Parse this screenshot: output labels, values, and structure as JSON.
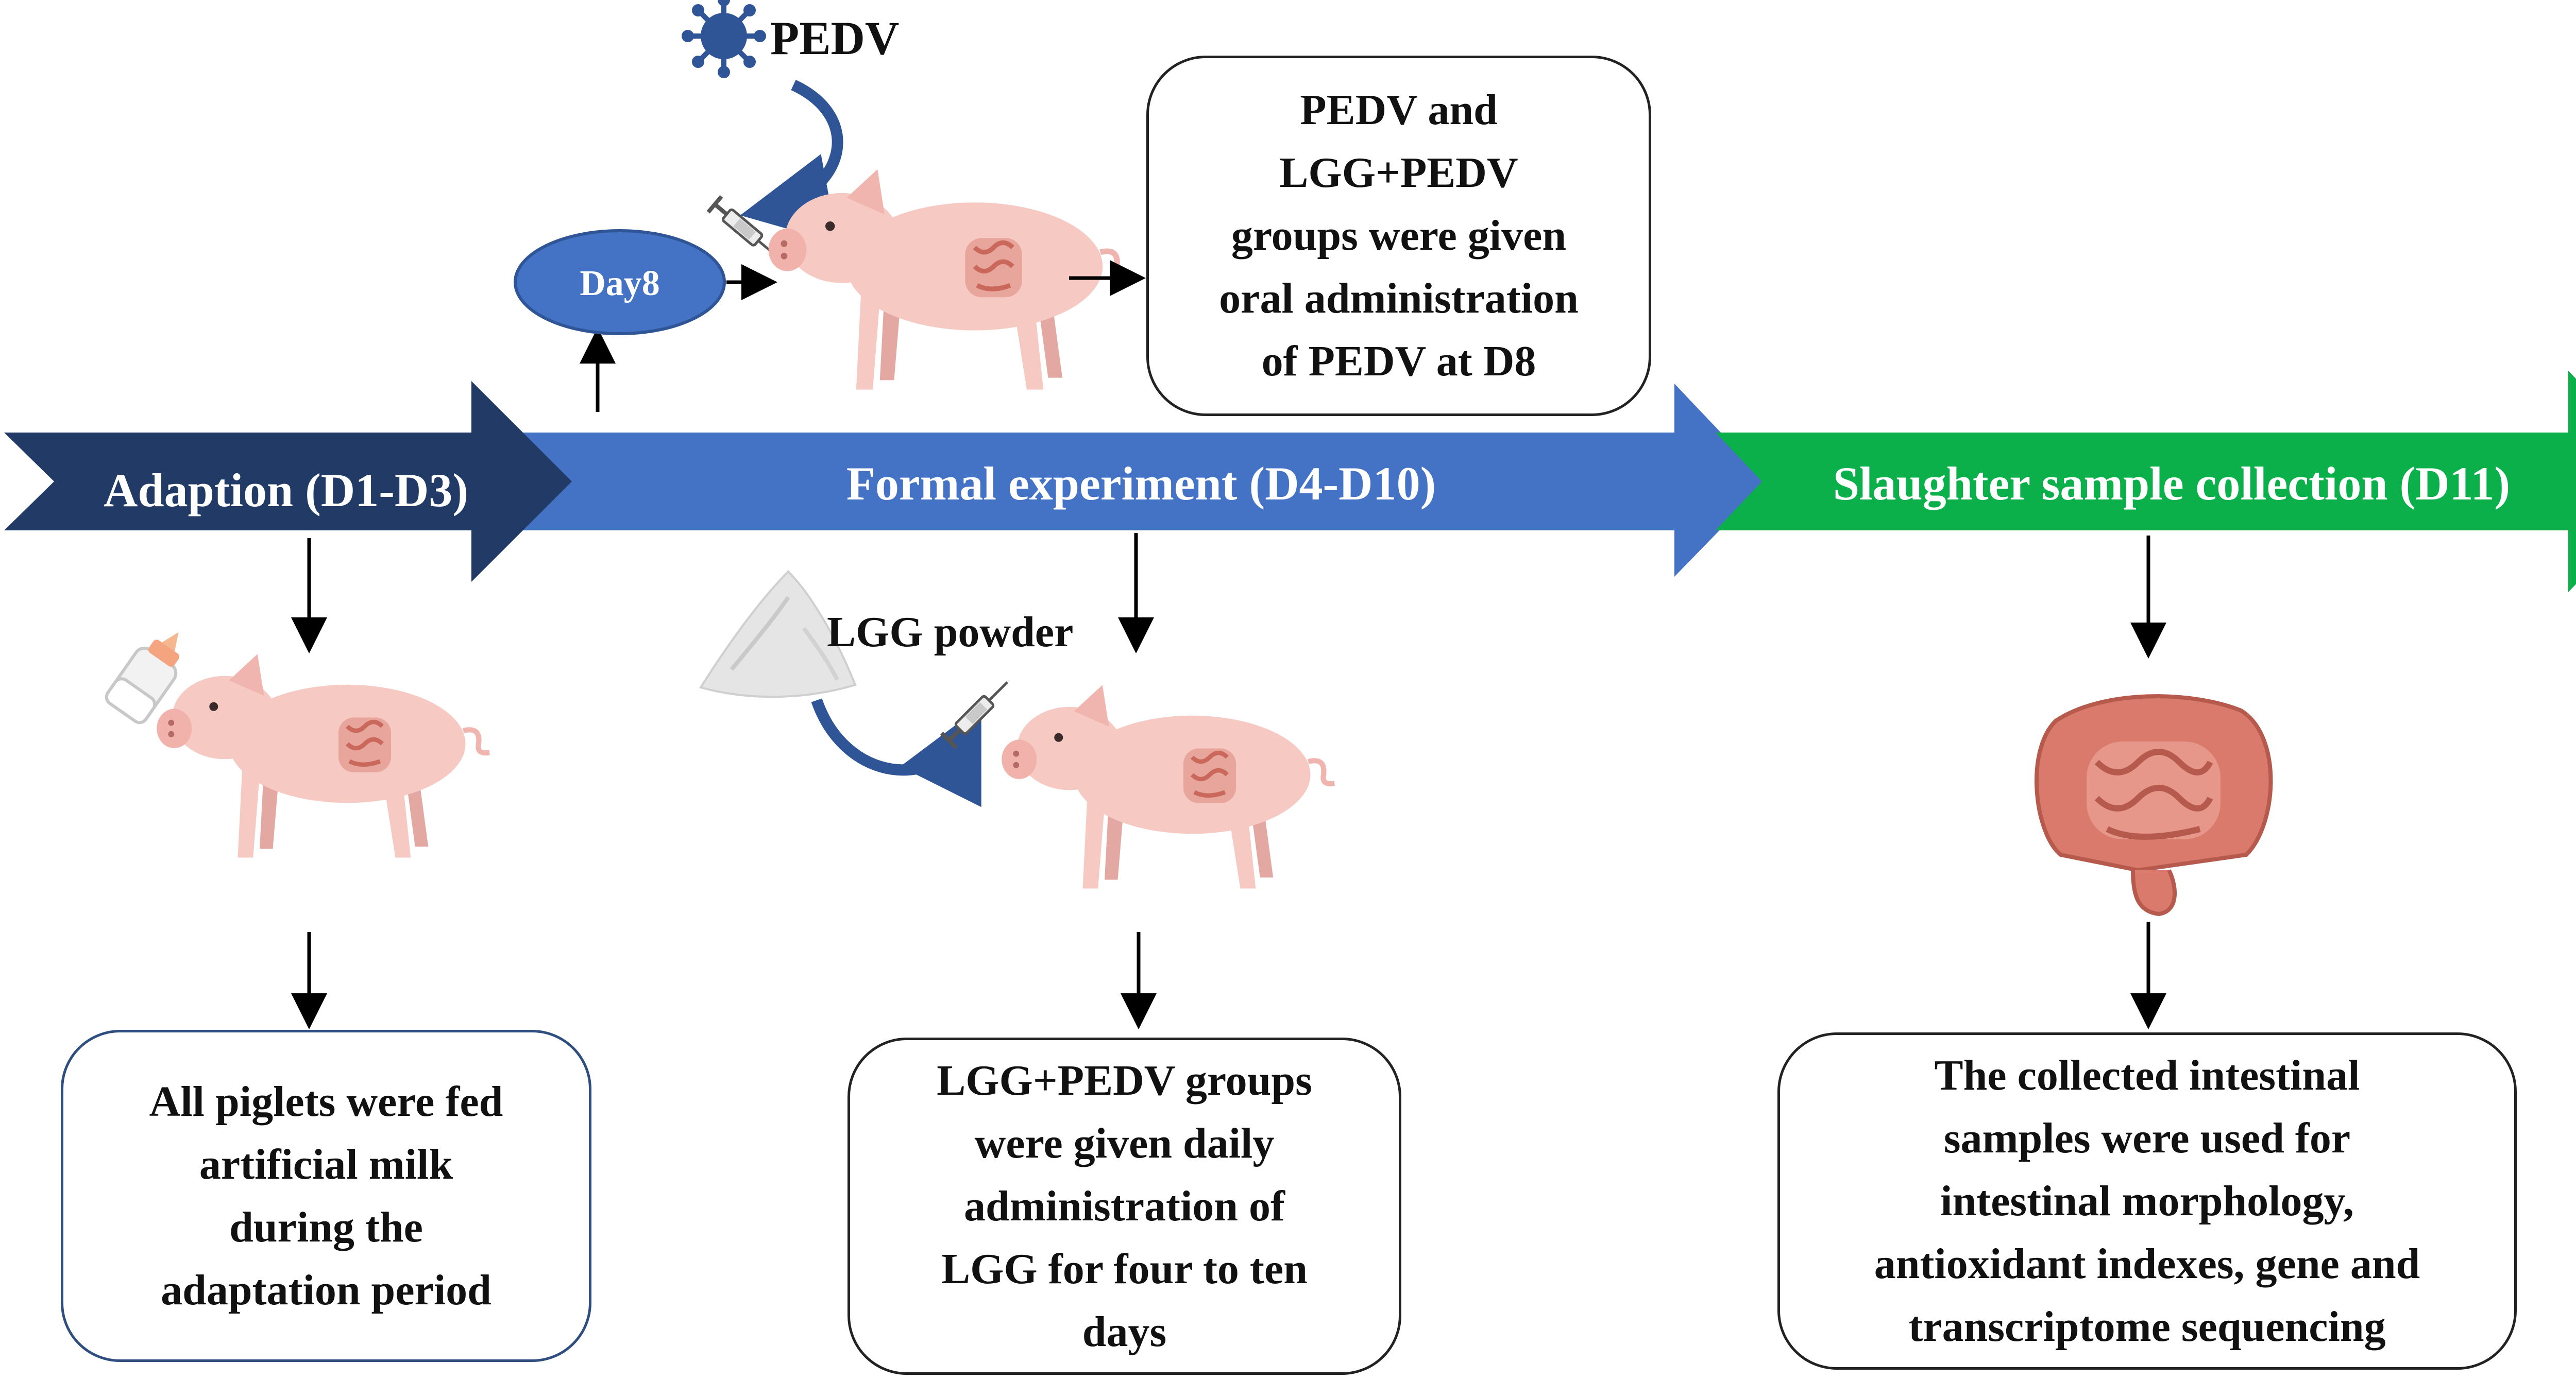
{
  "phases": {
    "adaption": "Adaption (D1-D3)",
    "formal": "Formal experiment (D4-D10)",
    "slaughter": "Slaughter sample collection (D11)"
  },
  "colors": {
    "adaption_arrow": "#223A66",
    "formal_arrow": "#4472C4",
    "slaughter_arrow": "#0CB04A",
    "day_ellipse": "#4472C4",
    "curved_arrow": "#2F5597",
    "pig_body": "#F6C9C3",
    "intestine": "#D97A6C",
    "adaption_box_border": "#2F4E80"
  },
  "labels": {
    "virus": "PEDV",
    "day": "Day8",
    "powder": "LGG powder"
  },
  "boxes": {
    "pedv": "PEDV and\nLGG+PEDV\ngroups were given\noral administration\nof PEDV at D8",
    "adaption": "All piglets were fed\nartificial milk\nduring the\nadaptation period",
    "lgg": "LGG+PEDV groups\nwere given daily\nadministration of\nLGG for four to ten\ndays",
    "collection": "The collected intestinal\nsamples were used for\nintestinal morphology,\nantioxidant indexes, gene and\ntranscriptome sequencing"
  },
  "icons": [
    "virus-icon",
    "syringe-icon",
    "pig-icon",
    "milk-bottle-icon",
    "powder-pile-icon",
    "intestine-icon"
  ]
}
